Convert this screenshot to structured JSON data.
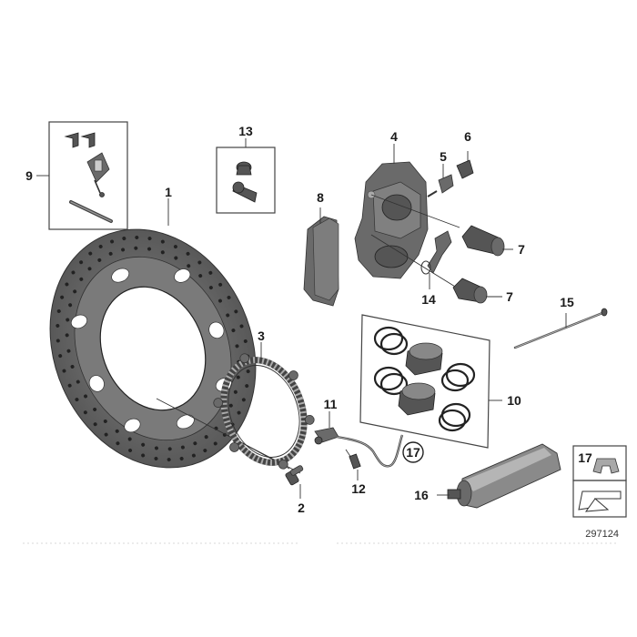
{
  "labels": {
    "p1": "1",
    "p2": "2",
    "p3": "3",
    "p4": "4",
    "p5": "5",
    "p6": "6",
    "p7a": "7",
    "p7b": "7",
    "p8": "8",
    "p9": "9",
    "p10": "10",
    "p11": "11",
    "p12": "12",
    "p13": "13",
    "p14": "14",
    "p15": "15",
    "p16": "16",
    "p17a": "17",
    "p17b": "17"
  },
  "reference_number": "297124",
  "colors": {
    "part_dark": "#555555",
    "part_mid": "#6a6a6a",
    "part_light": "#a8a8a8",
    "line": "#333333"
  }
}
